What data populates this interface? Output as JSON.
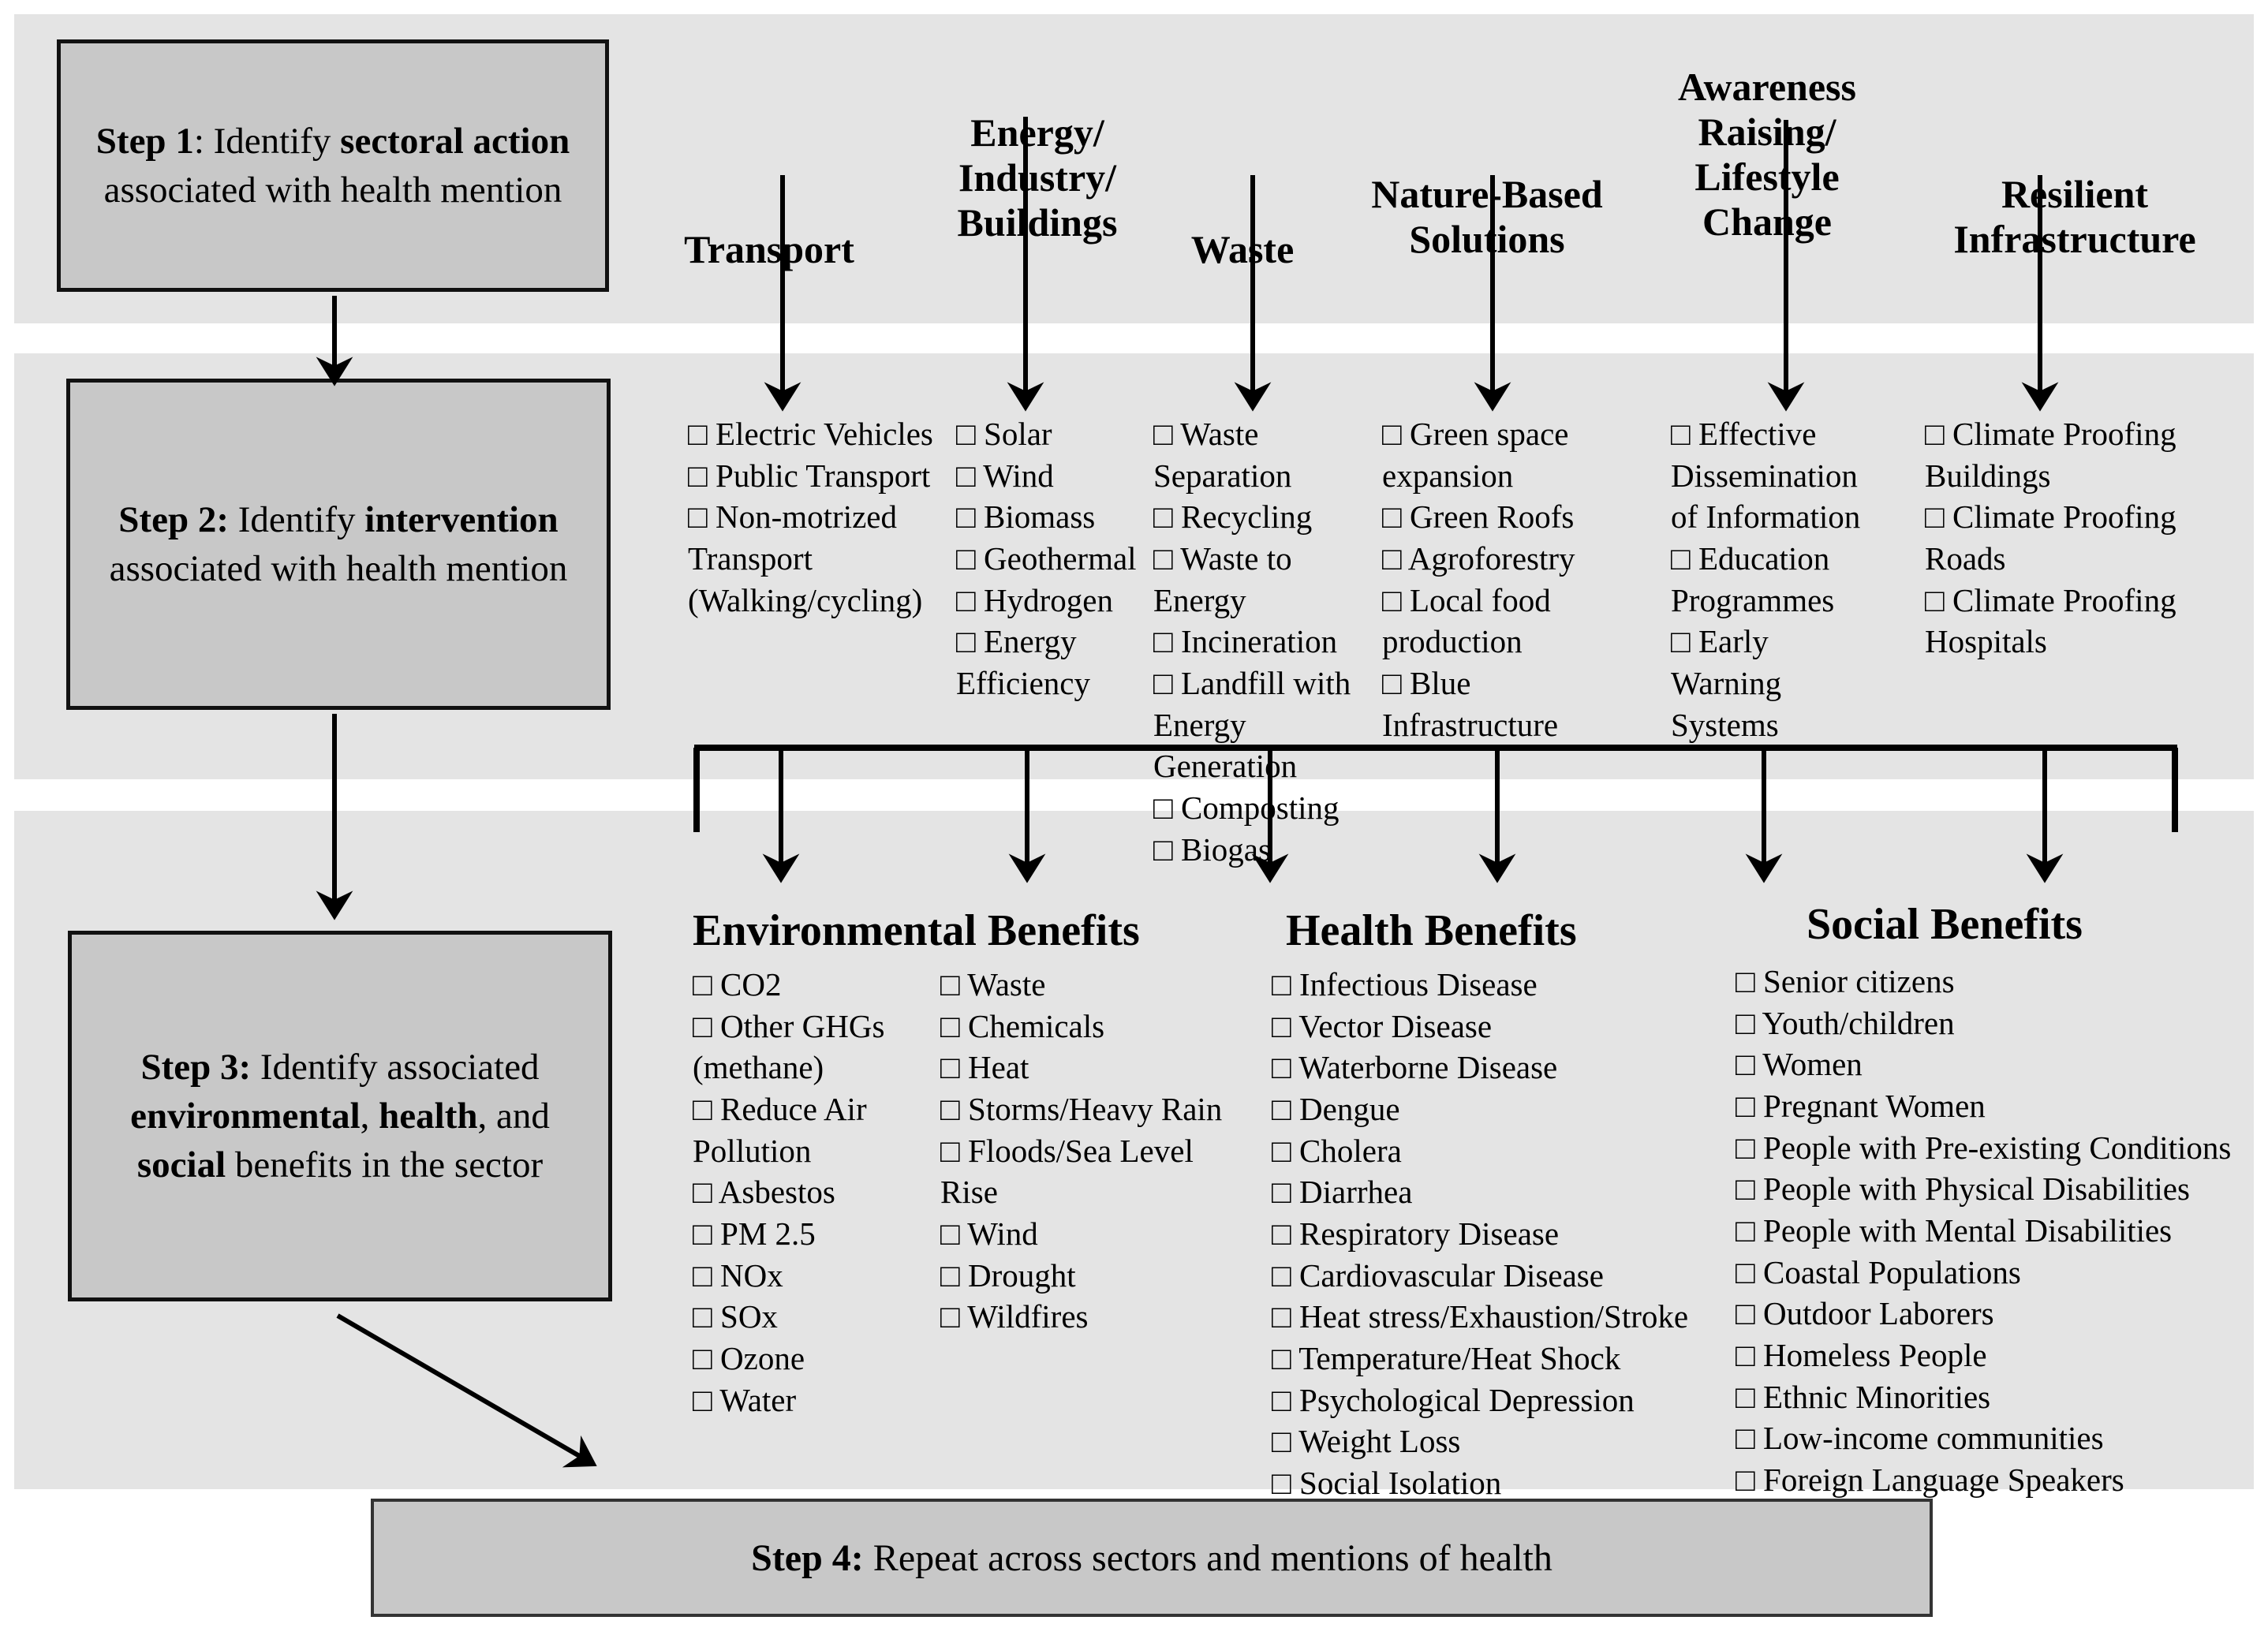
{
  "steps": {
    "step1": {
      "label": "Step 1",
      "text_before": ": Identify ",
      "bold1": "sectoral action",
      "text_after": " associated with health mention"
    },
    "step2": {
      "label": "Step 2:",
      "text_before": " Identify ",
      "bold1": "intervention",
      "text_after": " associated with health mention"
    },
    "step3": {
      "label": "Step 3:",
      "text_before": " Identify associated ",
      "bold1": "environmental",
      "mid1": ", ",
      "bold2": "health",
      "mid2": ", and ",
      "bold3": "social",
      "text_after": " benefits in the sector"
    },
    "step4": {
      "label": "Step 4:",
      "text": " Repeat across sectors and mentions of health"
    }
  },
  "sectors": [
    {
      "title": "Transport",
      "title_lines": [
        "Transport"
      ],
      "items": [
        "Electric Vehicles",
        "Public Transport",
        "Non-motrized Transport (Walking/cycling)"
      ]
    },
    {
      "title": "Energy/ Industry/ Buildings",
      "title_lines": [
        "Energy/",
        "Industry/",
        "Buildings"
      ],
      "items": [
        "Solar",
        "Wind",
        "Biomass",
        "Geothermal",
        "Hydrogen",
        "Energy Efficiency"
      ]
    },
    {
      "title": "Waste",
      "title_lines": [
        "Waste"
      ],
      "items": [
        "Waste Separation",
        "Recycling",
        "Waste to Energy",
        "Incineration",
        "Landfill with Energy Generation",
        "Composting",
        "Biogas"
      ]
    },
    {
      "title": "Nature-Based Solutions",
      "title_lines": [
        "Nature-Based",
        "Solutions"
      ],
      "items": [
        "Green space expansion",
        "Green Roofs",
        "Agroforestry",
        "Local food production",
        "Blue Infrastructure"
      ]
    },
    {
      "title": "Awareness Raising/ Lifestyle Change",
      "title_lines": [
        "Awareness",
        "Raising/",
        "Lifestyle",
        "Change"
      ],
      "items": [
        "Effective Dissemination of Information",
        "Education Programmes",
        "Early Warning Systems"
      ]
    },
    {
      "title": "Resilient Infrastructure",
      "title_lines": [
        "Resilient",
        "Infrastructure"
      ],
      "items": [
        "Climate Proofing Buildings",
        "Climate Proofing Roads",
        "Climate Proofing Hospitals"
      ]
    }
  ],
  "benefits": [
    {
      "title": "Environmental Benefits",
      "column_a": [
        "CO2",
        "Other GHGs (methane)",
        "Reduce Air Pollution",
        "Asbestos",
        "PM 2.5",
        "NOx",
        "SOx",
        "Ozone",
        "Water"
      ],
      "column_b": [
        "Waste",
        "Chemicals",
        "Heat",
        "Storms/Heavy Rain",
        "Floods/Sea Level Rise",
        "Wind",
        "Drought",
        "Wildfires"
      ]
    },
    {
      "title": "Health Benefits",
      "column_a": [
        "Infectious Disease",
        "Vector Disease",
        "Waterborne Disease",
        "Dengue",
        "Cholera",
        "Diarrhea",
        "Respiratory Disease",
        "Cardiovascular Disease",
        "Heat stress/Exhaustion/Stroke",
        "Temperature/Heat Shock",
        "Psychological Depression",
        "Weight Loss",
        "Social Isolation"
      ],
      "column_b": []
    },
    {
      "title": "Social Benefits",
      "column_a": [
        "Senior citizens",
        "Youth/children",
        "Women",
        "Pregnant Women",
        "People with Pre-existing Conditions",
        "People with Physical Disabilities",
        "People with Mental Disabilities",
        "Coastal Populations",
        "Outdoor Laborers",
        "Homeless People",
        "Ethnic Minorities",
        "Low-income communities",
        "Foreign Language Speakers"
      ],
      "column_b": []
    }
  ],
  "icons": {
    "checkbox": "□"
  },
  "colors": {
    "band_bg": "#e4e4e4",
    "box_bg": "#c8c8c8",
    "box_border": "#111111",
    "page_bg": "#ffffff",
    "text": "#000000"
  }
}
